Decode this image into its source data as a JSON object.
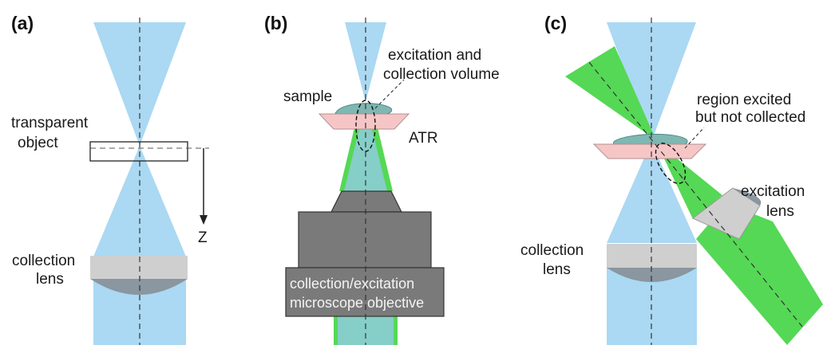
{
  "panels": {
    "a": {
      "tag": "(a)",
      "object_label": [
        "transparent",
        "object"
      ],
      "z_label": "Z",
      "lens_label": [
        "collection",
        "lens"
      ]
    },
    "b": {
      "tag": "(b)",
      "volume_label": [
        "excitation and",
        "collection volume"
      ],
      "sample_label": "sample",
      "atr_label": "ATR",
      "objective_label": [
        "collection/excitation",
        "microscope objective"
      ]
    },
    "c": {
      "tag": "(c)",
      "region_label": [
        "region excited",
        "but not collected"
      ],
      "excitation_label": [
        "excitation",
        "lens"
      ],
      "lens_label": [
        "collection",
        "lens"
      ]
    }
  },
  "colors": {
    "collection_beam": "#abd8f2",
    "excitation_beam": "#55d855",
    "lens": "#cfcfcf",
    "atr_prism": "#f6c6c6",
    "sample": "#7fb7b2",
    "objective": "#7a7a7a"
  }
}
